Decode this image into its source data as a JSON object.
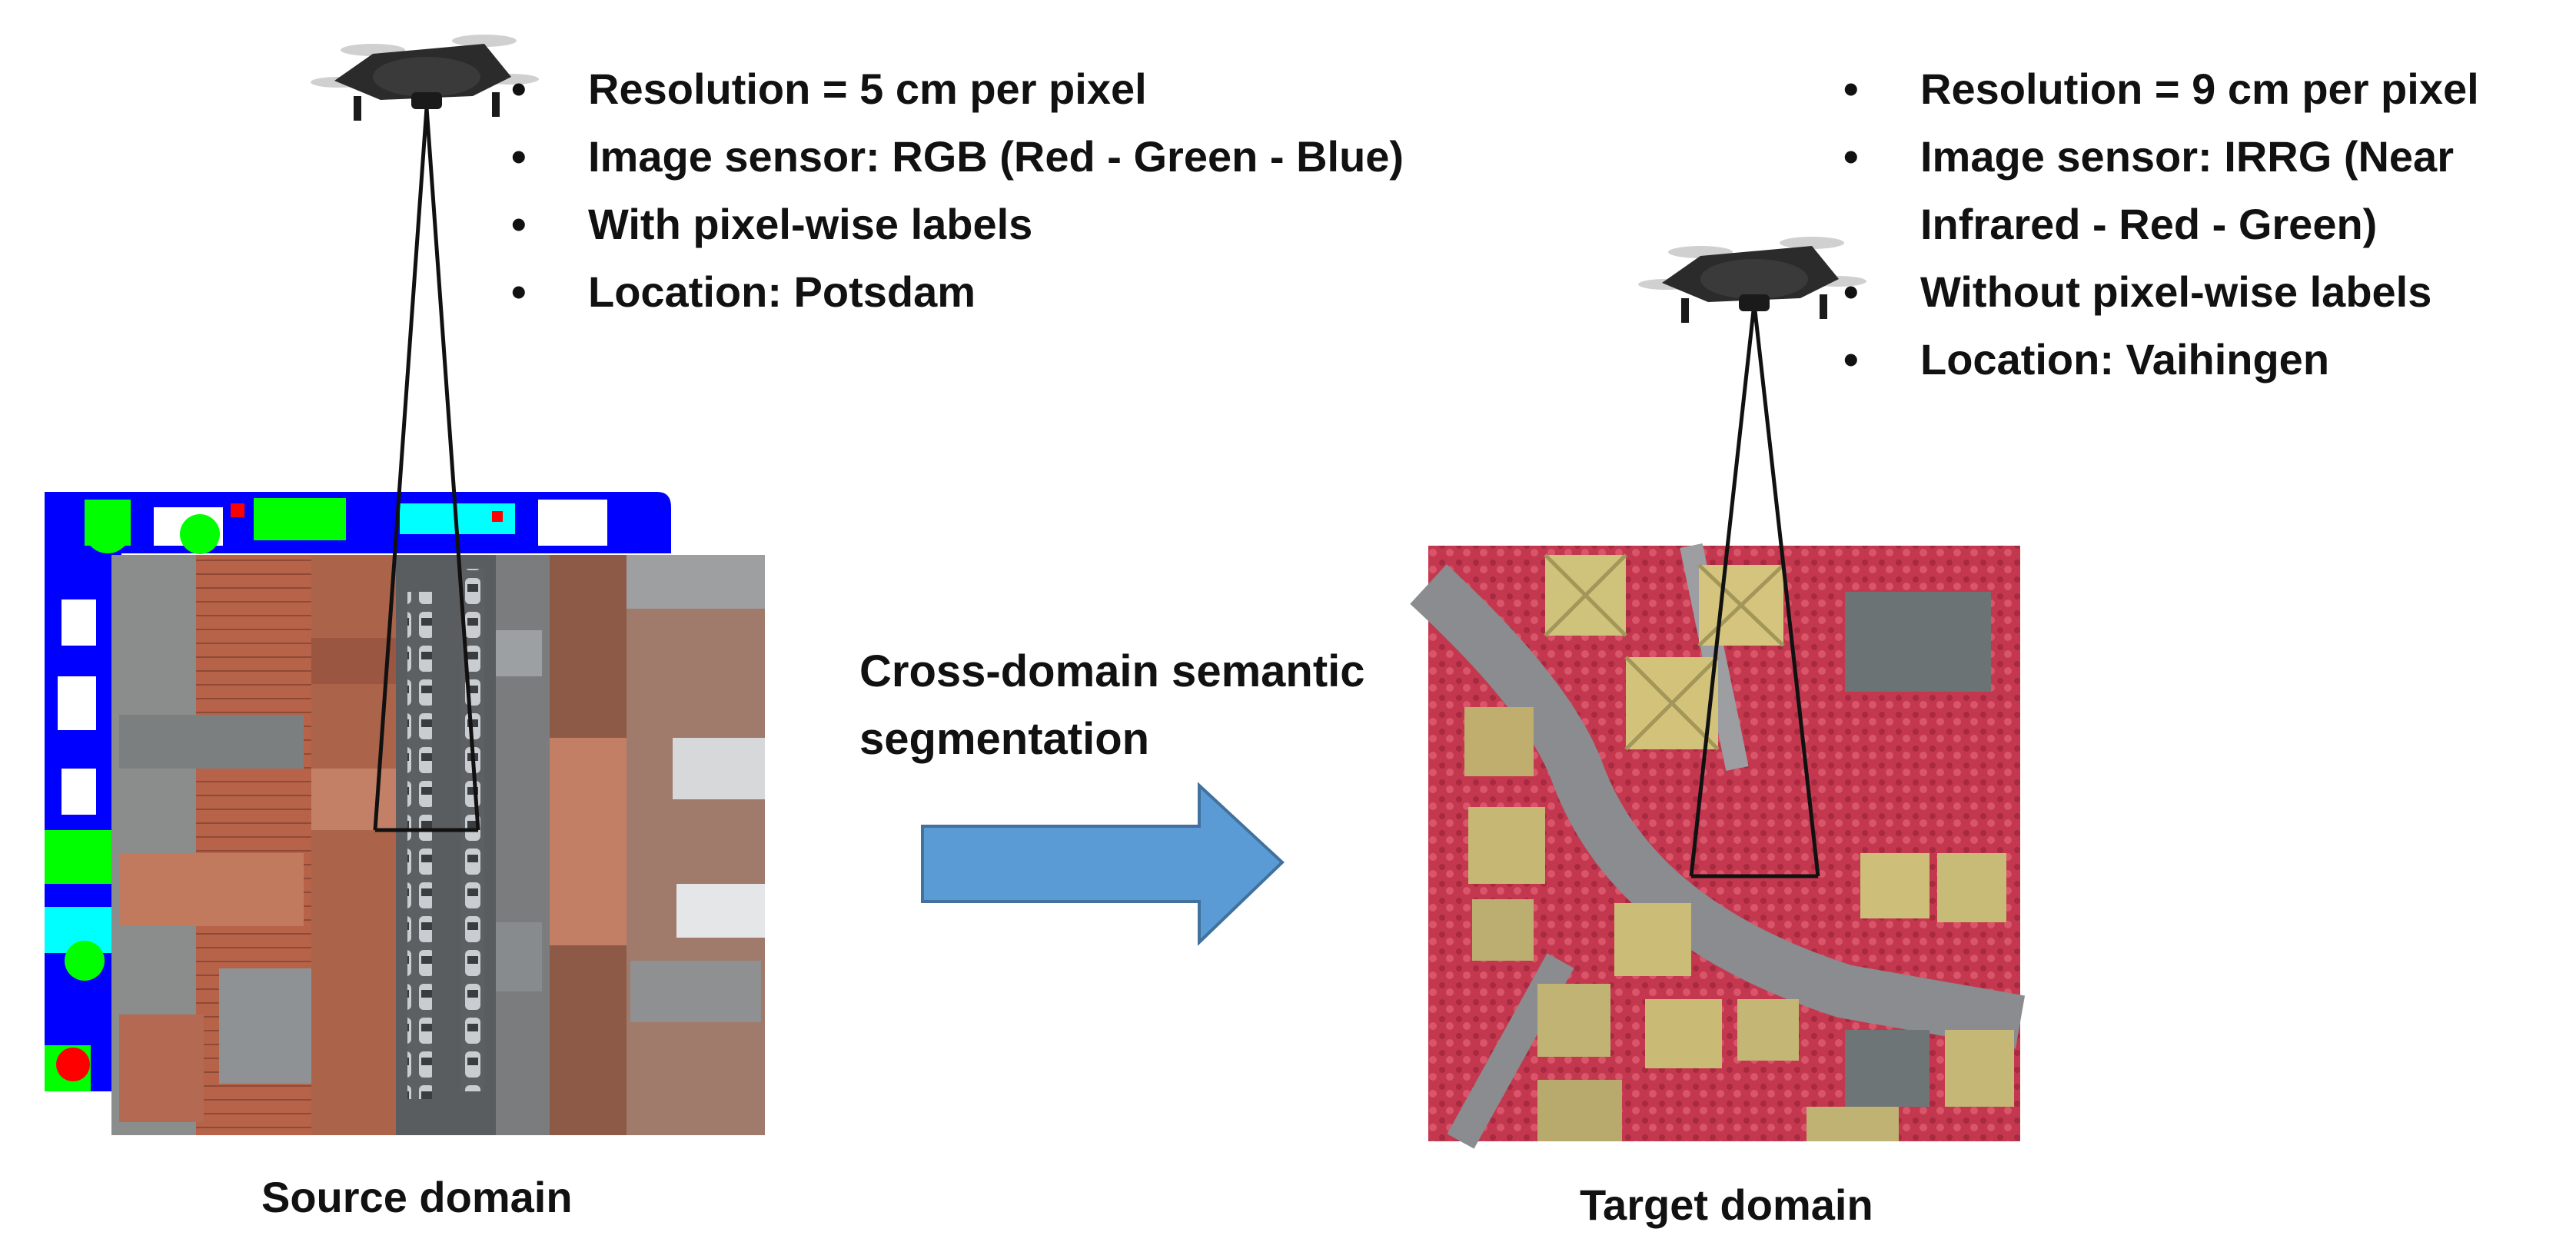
{
  "source": {
    "bullets": [
      "Resolution = 5 cm per pixel",
      "Image sensor: RGB (Red - Green - Blue)",
      "With pixel-wise labels",
      "Location: Potsdam"
    ],
    "caption": "Source domain",
    "icons": [
      "drone-icon",
      "rgb-aerial-image",
      "label-map-image"
    ]
  },
  "target": {
    "bullets": [
      "Resolution = 9 cm per pixel",
      "Image sensor: IRRG (Near",
      "Infrared - Red - Green)",
      "Without  pixel-wise labels",
      "Location: Vaihingen"
    ],
    "caption": "Target domain",
    "icons": [
      "drone-icon",
      "irrg-aerial-image"
    ]
  },
  "arrow": {
    "label_lines": [
      "Cross-domain semantic",
      "segmentation"
    ],
    "color": "#5b9bd5"
  },
  "colors": {
    "arrow_fill": "#5b9bd5",
    "arrow_stroke": "#41719c",
    "label_blue": "#0000ff",
    "label_green": "#00ff00",
    "label_cyan": "#00ffff",
    "irrg_red": "#c8344a"
  }
}
